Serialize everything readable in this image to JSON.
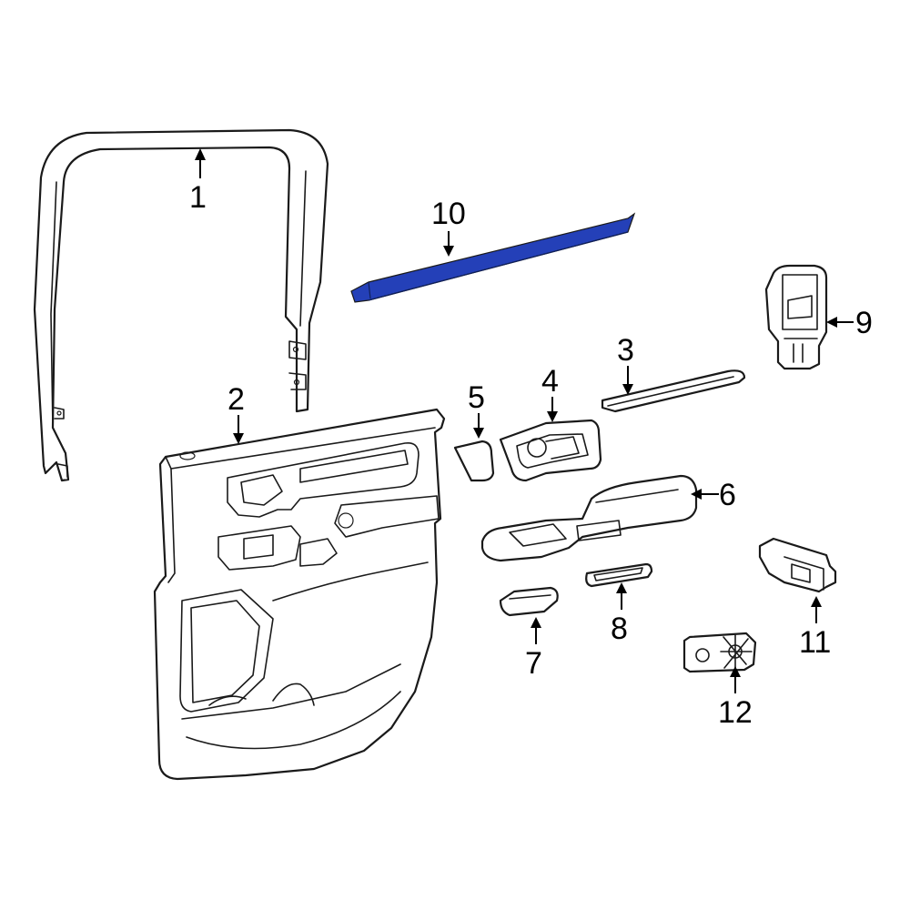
{
  "highlight_color": "#2440b8",
  "highlighted_part": "10",
  "callouts": [
    {
      "id": "1",
      "label": "1"
    },
    {
      "id": "2",
      "label": "2"
    },
    {
      "id": "3",
      "label": "3"
    },
    {
      "id": "4",
      "label": "4"
    },
    {
      "id": "5",
      "label": "5"
    },
    {
      "id": "6",
      "label": "6"
    },
    {
      "id": "7",
      "label": "7"
    },
    {
      "id": "8",
      "label": "8"
    },
    {
      "id": "9",
      "label": "9"
    },
    {
      "id": "10",
      "label": "10"
    },
    {
      "id": "11",
      "label": "11"
    },
    {
      "id": "12",
      "label": "12"
    }
  ]
}
